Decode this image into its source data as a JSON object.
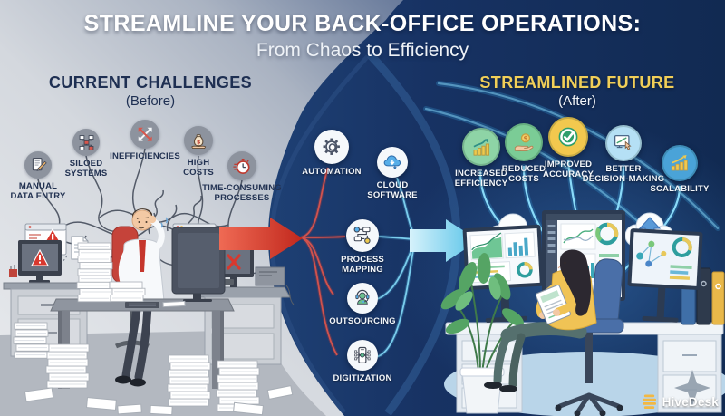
{
  "header": {
    "title": "STREAMLINE YOUR BACK-OFFICE OPERATIONS:",
    "subtitle": "From Chaos to Efficiency"
  },
  "before": {
    "heading": "CURRENT CHALLENGES",
    "subheading": "(Before)",
    "items": [
      {
        "label": "MANUAL\nDATA ENTRY",
        "icon": "document-pencil-icon"
      },
      {
        "label": "SILOED\nSYSTEMS",
        "icon": "org-chart-icon"
      },
      {
        "label": "INEFFICIENCIES",
        "icon": "crossed-arrows-icon"
      },
      {
        "label": "HIGH\nCOSTS",
        "icon": "money-bag-icon"
      },
      {
        "label": "TIME-CONSUMING\nPROCESSES",
        "icon": "stopwatch-icon"
      }
    ]
  },
  "solutions": {
    "items": [
      {
        "label": "AUTOMATION",
        "icon": "gear-magnifier-icon"
      },
      {
        "label": "CLOUD\nSOFTWARE",
        "icon": "cloud-download-icon"
      },
      {
        "label": "PROCESS\nMAPPING",
        "icon": "flowchart-icon"
      },
      {
        "label": "OUTSOURCING",
        "icon": "support-agent-icon"
      },
      {
        "label": "DIGITIZATION",
        "icon": "phone-network-icon"
      }
    ]
  },
  "after": {
    "heading": "STREAMLINED FUTURE",
    "subheading": "(After)",
    "items": [
      {
        "label": "INCREASED\nEFFICIENCY",
        "icon": "bar-chart-growth-icon",
        "color": "#8ed4a6"
      },
      {
        "label": "REDUCED\nCOSTS",
        "icon": "coin-hand-icon",
        "color": "#7bcc96"
      },
      {
        "label": "IMPROVED\nACCURACY",
        "icon": "check-target-icon",
        "color": "#f2c84e"
      },
      {
        "label": "BETTER\nDECISION-MAKING",
        "icon": "chart-pointer-icon",
        "color": "#b5e0f5"
      },
      {
        "label": "SCALABILITY",
        "icon": "growth-arrow-icon",
        "color": "#4aa3d8"
      }
    ]
  },
  "brand": {
    "name": "HiveDesk",
    "icon": "hive-bars-icon"
  },
  "colors": {
    "background_left": "#dfe3e8",
    "background_right": "#122c54",
    "lens_navy": "#1a3a6c",
    "red_arrow": "#d83a2c",
    "cyan_arrow": "#7fd4ee",
    "before_text": "#223252",
    "after_heading": "#f1cf58",
    "brand_yellow": "#f2b844"
  }
}
